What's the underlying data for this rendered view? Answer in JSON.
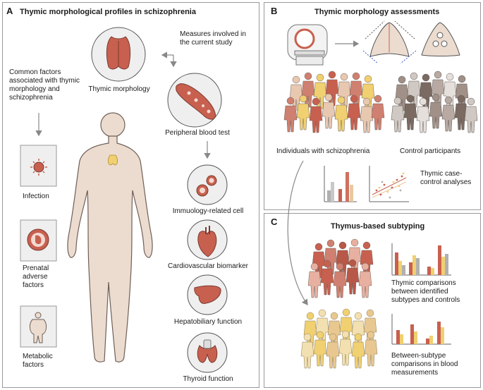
{
  "panel_a": {
    "letter": "A",
    "title": "Thymic morphological profiles in schizophrenia",
    "common_factors": "Common factors associated with thymic morphology and schizophrenia",
    "measures_note": "Measures involved in the current study",
    "thymic_morphology": "Thymic morphology",
    "peripheral_blood": "Peripheral blood test",
    "immunology": "Immuology-related cell",
    "cardiovascular": "Cardiovascular biomarker",
    "hepatobiliary": "Hepatobiliary function",
    "thyroid": "Thyroid function",
    "infection": "Infection",
    "prenatal": "Prenatal adverse factors",
    "metabolic": "Metabolic factors"
  },
  "panel_b": {
    "letter": "B",
    "title": "Thymic morphology assessments",
    "individuals": "Individuals with schizophrenia",
    "controls": "Control participants",
    "analyses": "Thymic case-control analyses"
  },
  "panel_c": {
    "letter": "C",
    "title": "Thymus-based subtyping",
    "comparisons1": "Thymic comparisons between identified subtypes and controls",
    "comparisons2": "Between-subtype comparisons in blood measurements"
  },
  "colors": {
    "thymus": "#c8604f",
    "skin": "#ecdcd0",
    "skin_outline": "#6e5e56",
    "circle_bg": "#efefef",
    "yellow": "#f0d070",
    "gray": "#b0b0b0"
  }
}
